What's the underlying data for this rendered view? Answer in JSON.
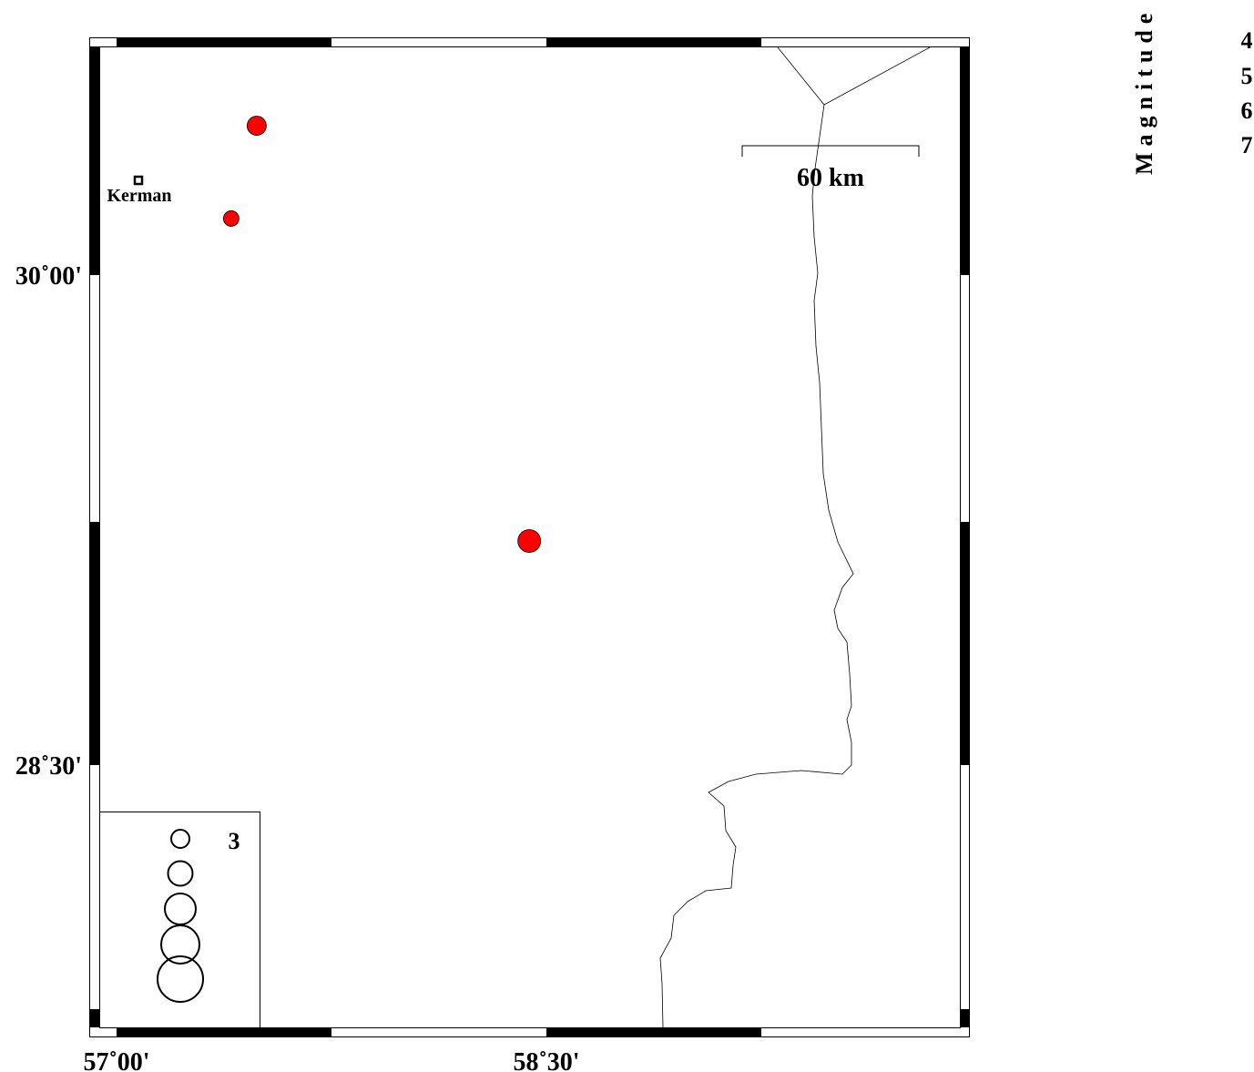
{
  "map": {
    "x_ticks": [
      {
        "lon": 57.0,
        "label": "57˚00'"
      },
      {
        "lon": 58.5,
        "label": "58˚30'"
      }
    ],
    "y_ticks": [
      {
        "lat": 30.0,
        "label": "30˚00'"
      },
      {
        "lat": 28.5,
        "label": "28˚30'"
      }
    ],
    "scale_bar_label": "60 km",
    "city": {
      "name": "Kerman",
      "lon": 57.076,
      "lat": 30.29
    },
    "events": [
      {
        "lon": 57.489,
        "lat": 30.457,
        "size": "medium"
      },
      {
        "lon": 57.4,
        "lat": 30.173,
        "size": "small"
      },
      {
        "lon": 58.44,
        "lat": 29.186,
        "size": "large"
      }
    ],
    "event_color": "#ff0000"
  },
  "legend": {
    "title": "Magnitude",
    "labels": [
      "3",
      "4",
      "5",
      "6",
      "7"
    ]
  }
}
